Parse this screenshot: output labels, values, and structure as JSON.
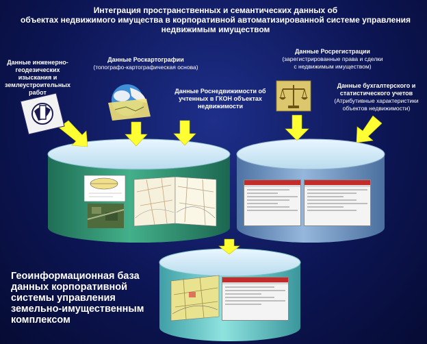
{
  "title": {
    "line1": "Интеграция пространственных и семантических данных об",
    "line2": "объектах недвижимого имущества в корпоративной автоматизированной системе управления",
    "line3": "недвижимым имуществом"
  },
  "sources": {
    "engineering": "Данные инженерно-геодезических изыскания и землеустроительных работ",
    "roskartografia": {
      "main": "Данные Роскартографии",
      "sub": "(топографо-картографическая основа)"
    },
    "rosnedvizhimost": "Данные Роснедвижимости об учтенных в ГКОН объектах недвижимости",
    "rosregistratsia": {
      "main": "Данные Росрегистрации",
      "sub": "(зарегистрированные права и сделки с недвижимым имуществом)"
    },
    "accounting": {
      "main": "Данные бухгалтерского и статистического учетов",
      "sub": "(Атрибутивные характеристики объектов недвижимости)"
    }
  },
  "result": {
    "caption": "Геоинформационная база данных корпоративной системы управления земельно-имущественным комплексом"
  },
  "colors": {
    "background": "#0d1656",
    "arrow": "#ffff33",
    "cylinder_green": "#2f8f6a",
    "cylinder_blue": "#6d95c4",
    "cylinder_cyan": "#6cc9c8"
  }
}
